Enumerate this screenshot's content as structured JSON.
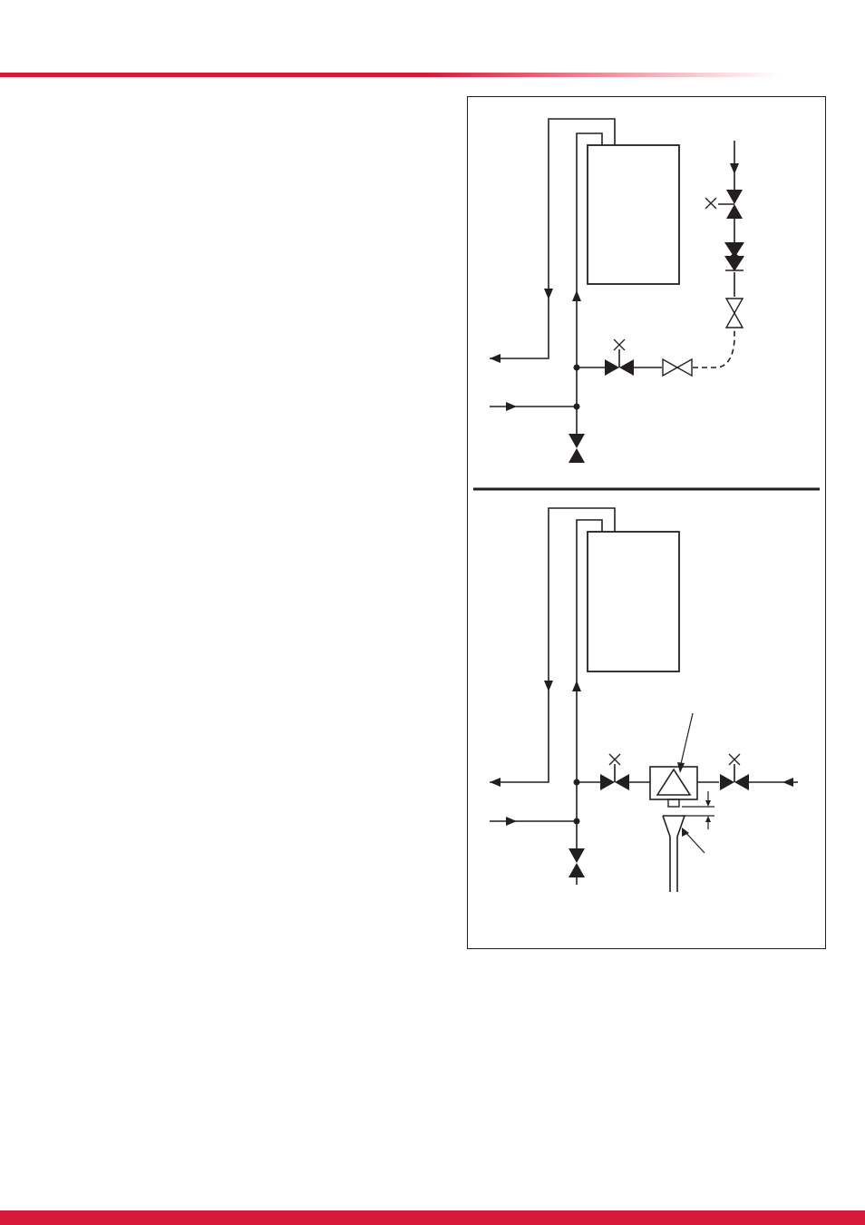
{
  "page": {
    "accent_color": "#d7193a",
    "accent_fade_color": "#f2b8c0",
    "line_color": "#231f20"
  },
  "figure": {
    "upper_diagram": {
      "components": [
        "boiler-unit",
        "flow-pipe",
        "return-pipe",
        "drain-valve",
        "isolating-valve",
        "double-check-valve",
        "filling-loop-temporary",
        "mains-supply"
      ]
    },
    "lower_diagram": {
      "components": [
        "boiler-unit",
        "flow-pipe",
        "return-pipe",
        "drain-valve",
        "isolating-valve",
        "backflow-preventer",
        "tundish",
        "mains-supply"
      ]
    }
  }
}
